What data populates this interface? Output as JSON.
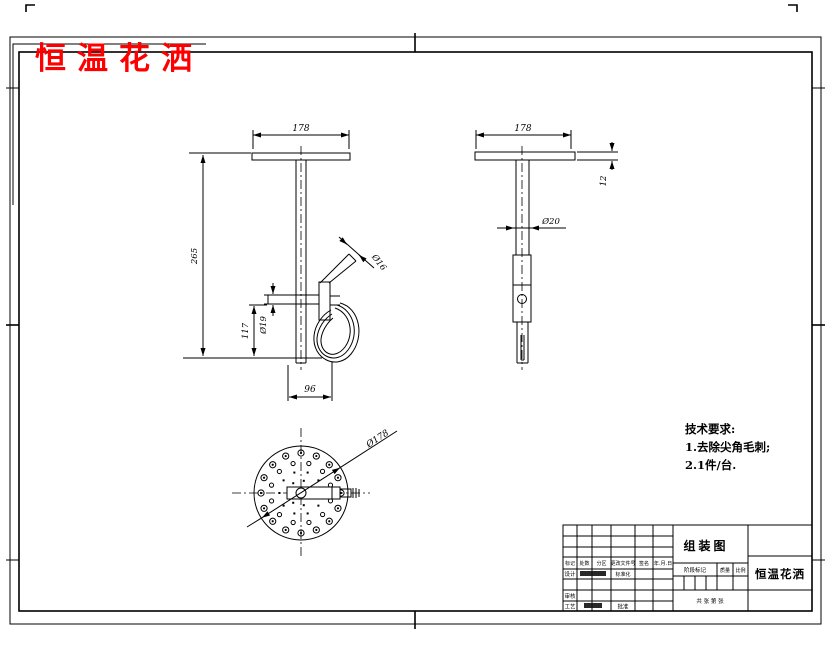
{
  "sheet": {
    "title": "恒温花洒",
    "title_color": "#ff0000"
  },
  "dimensions": {
    "front_plate_width": "178",
    "front_total_height": "265",
    "front_arm_height": "117",
    "front_arm_dia": "Ø19",
    "front_angle_pipe_dia": "Ø16",
    "front_bottom_offset": "96",
    "side_plate_width": "178",
    "side_plate_thickness": "12",
    "side_pipe_dia": "Ø20",
    "bottom_head_dia": "Ø178"
  },
  "tech_requirements": {
    "heading": "技术要求:",
    "line1": "1.去除尖角毛刺;",
    "line2": "2.1件/台."
  },
  "title_block": {
    "drawing_type": "组装图",
    "part_name": "恒温花洒",
    "col_mark": "标记",
    "col_count": "处数",
    "col_zone": "分区",
    "col_doc": "更改文件号",
    "col_sign": "签名",
    "col_date": "年.月.日",
    "row_design": "设计",
    "cell_standard": "标准化",
    "row_check": "审核",
    "row_process": "工艺",
    "cell_approve": "批准",
    "stage_mark": "阶段标记",
    "mass": "质量",
    "scale": "比例",
    "sheet_info": "共  张  第  张"
  }
}
